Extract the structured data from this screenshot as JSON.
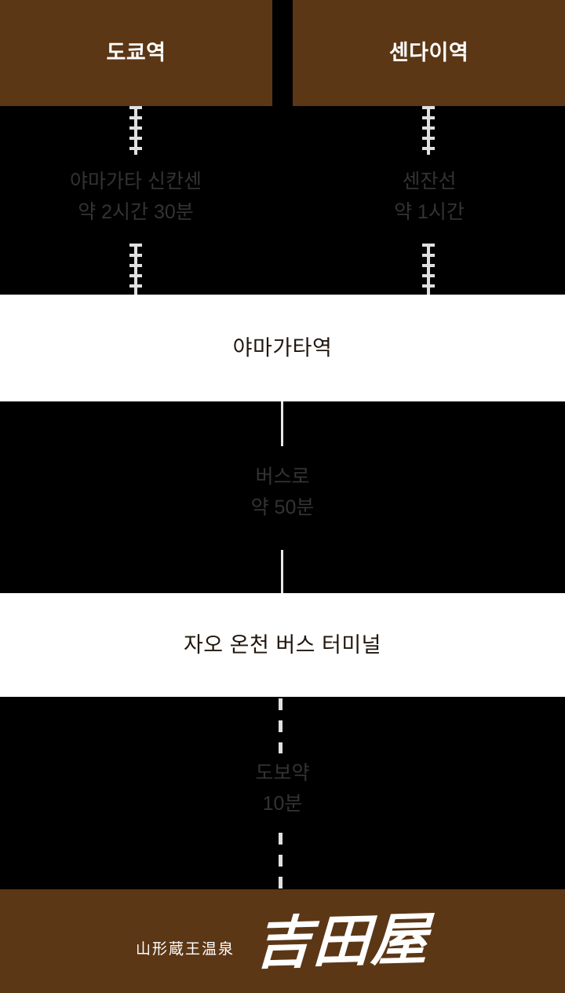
{
  "accent_color": "#5C3716",
  "background_color": "#000000",
  "band_color": "#ffffff",
  "line_color": "#e0e0e0",
  "leg_text_color": "#333333",
  "origins": [
    {
      "name": "도쿄역"
    },
    {
      "name": "센다이역"
    }
  ],
  "legs": [
    {
      "id": "tokyo-to-yamagata",
      "mode": "train",
      "line_name": "야마가타 신칸센",
      "duration": "약 2시간 30분",
      "caption": "야마가타 신칸센\n약 2시간 30분"
    },
    {
      "id": "sendai-to-yamagata",
      "mode": "train",
      "line_name": "센잔선",
      "duration": "약 1시간",
      "caption": "센잔선\n약 1시간"
    },
    {
      "id": "yamagata-to-zao",
      "mode": "bus",
      "line_name": "버스로",
      "duration": "약 50분",
      "caption": "버스로\n약 50분"
    },
    {
      "id": "zao-to-hotel",
      "mode": "walk",
      "line_name": "도보약",
      "duration": "10분",
      "caption": "도보약\n10분"
    }
  ],
  "stops": [
    {
      "id": "yamagata-station",
      "name": "야마가타역"
    },
    {
      "id": "zao-onsen-bus-terminal",
      "name": "자오 온천 버스 터미널"
    }
  ],
  "footer": {
    "subtitle": "山形蔵王温泉",
    "logo": "吉田屋"
  }
}
